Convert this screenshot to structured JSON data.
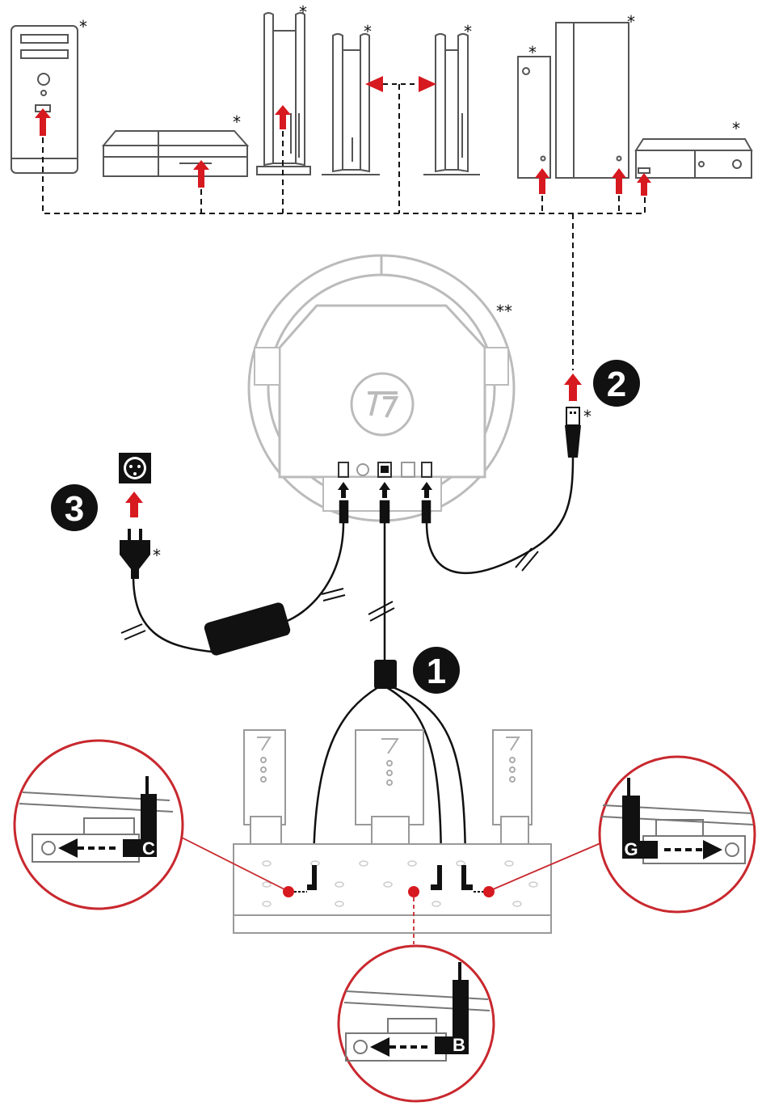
{
  "asterisk_single": "*",
  "asterisk_double": "**",
  "steps": [
    {
      "number": "1"
    },
    {
      "number": "2"
    },
    {
      "number": "3"
    }
  ],
  "pedal_plugs": [
    {
      "label": "C"
    },
    {
      "label": "B"
    },
    {
      "label": "G"
    }
  ],
  "colors": {
    "arrow_red": "#d71920",
    "line": "#111111",
    "outline": "#555555",
    "detail_circle": "#c8282e"
  },
  "icons": [
    "pc-tower-icon",
    "ps4-console-icon",
    "ps5-console-icon",
    "ps5-digital-console-icon",
    "ps5-slim-console-icon",
    "xbox-series-s-icon",
    "xbox-series-x-icon",
    "xbox-one-icon",
    "racing-wheel-base-icon",
    "wall-socket-icon",
    "power-plug-icon",
    "power-adapter-icon",
    "usb-plug-icon",
    "pedal-set-icon"
  ]
}
